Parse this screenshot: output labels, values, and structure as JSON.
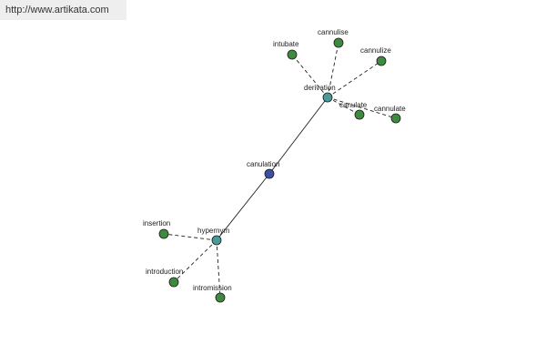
{
  "site": {
    "url": "http://www.artikata.com"
  },
  "colors": {
    "center_node": "#3b4fa3",
    "hub_node": "#4a9a9a",
    "leaf_node": "#3f8a3f",
    "edge": "#222222"
  },
  "graph": {
    "nodes": [
      {
        "id": "canulation",
        "label": "canulation",
        "kind": "center"
      },
      {
        "id": "derivation",
        "label": "derivation",
        "kind": "hub"
      },
      {
        "id": "hypernym",
        "label": "hypernym",
        "kind": "hub"
      },
      {
        "id": "intubate",
        "label": "intubate",
        "kind": "leaf"
      },
      {
        "id": "cannulise",
        "label": "cannulise",
        "kind": "leaf"
      },
      {
        "id": "cannulize",
        "label": "cannulize",
        "kind": "leaf"
      },
      {
        "id": "canulate",
        "label": "canulate",
        "kind": "leaf"
      },
      {
        "id": "cannulate",
        "label": "cannulate",
        "kind": "leaf"
      },
      {
        "id": "insertion",
        "label": "insertion",
        "kind": "leaf"
      },
      {
        "id": "introduction",
        "label": "introduction",
        "kind": "leaf"
      },
      {
        "id": "intromission",
        "label": "intromission",
        "kind": "leaf"
      }
    ],
    "edges": [
      {
        "from": "canulation",
        "to": "derivation",
        "style": "solid"
      },
      {
        "from": "canulation",
        "to": "hypernym",
        "style": "solid"
      },
      {
        "from": "derivation",
        "to": "intubate",
        "style": "dashed"
      },
      {
        "from": "derivation",
        "to": "cannulise",
        "style": "dashed"
      },
      {
        "from": "derivation",
        "to": "cannulize",
        "style": "dashed"
      },
      {
        "from": "derivation",
        "to": "canulate",
        "style": "dashed"
      },
      {
        "from": "derivation",
        "to": "cannulate",
        "style": "dashed"
      },
      {
        "from": "hypernym",
        "to": "insertion",
        "style": "dashed"
      },
      {
        "from": "hypernym",
        "to": "introduction",
        "style": "dashed"
      },
      {
        "from": "hypernym",
        "to": "intromission",
        "style": "dashed"
      }
    ]
  }
}
